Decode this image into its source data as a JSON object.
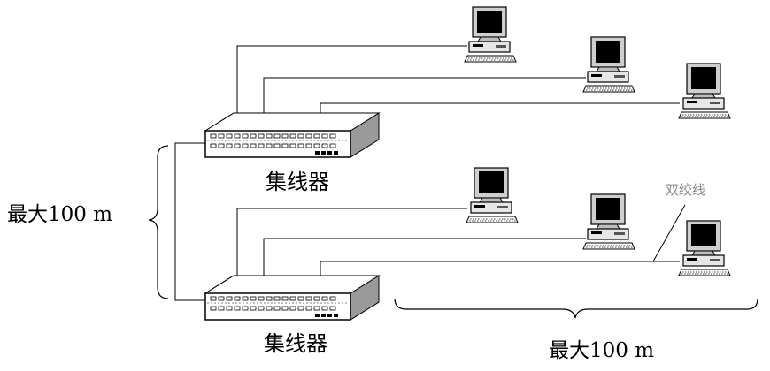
{
  "labels": {
    "hub_top": "集线器",
    "hub_bottom": "集线器",
    "left_distance": "最大100 m",
    "bottom_distance": "最大100 m",
    "twisted_pair": "双绞线"
  },
  "icons": {
    "hub": "network-hub-icon",
    "computer": "desktop-computer-icon"
  },
  "counts": {
    "hubs": 2,
    "computers_per_hub": 3
  }
}
